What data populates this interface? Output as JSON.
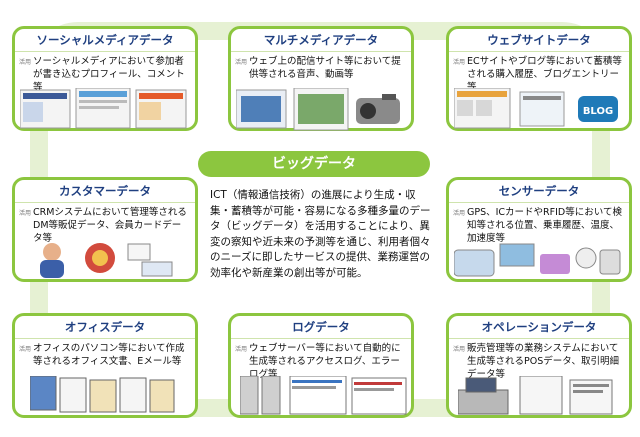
{
  "center": {
    "title": "ビッグデータ",
    "text": "ICT（情報通信技術）の進展により生成・収集・蓄積等が可能・容易になる多種多量のデータ（ビッグデータ）を活用することにより、異変の察知や近未来の予測等を通じ、利用者個々のニーズに即したサービスの提供、業務運営の効率化や新産業の創出等が可能。"
  },
  "cards": {
    "social": {
      "title": "ソーシャルメディアデータ",
      "tag": "活用",
      "desc": "ソーシャルメディアにおいて参加者が書き込むプロフィール、コメント等"
    },
    "multimedia": {
      "title": "マルチメディアデータ",
      "tag": "活用",
      "desc": "ウェブ上の配信サイト等において提供等される音声、動画等"
    },
    "website": {
      "title": "ウェブサイトデータ",
      "tag": "活用",
      "desc": "ECサイトやブログ等において蓄積等される購入履歴、ブログエントリー等"
    },
    "customer": {
      "title": "カスタマーデータ",
      "tag": "活用",
      "desc": "CRMシステムにおいて管理等されるDM等販促データ、会員カードデータ等"
    },
    "sensor": {
      "title": "センサーデータ",
      "tag": "活用",
      "desc": "GPS、ICカードやRFID等において検知等される位置、乗車履歴、温度、加速度等"
    },
    "office": {
      "title": "オフィスデータ",
      "tag": "活用",
      "desc": "オフィスのパソコン等において作成等されるオフィス文書、Eメール等"
    },
    "log": {
      "title": "ログデータ",
      "tag": "活用",
      "desc": "ウェブサーバー等において自動的に生成等されるアクセスログ、エラーログ等"
    },
    "operation": {
      "title": "オペレーションデータ",
      "tag": "活用",
      "desc": "販売管理等の業務システムにおいて生成等されるPOSデータ、取引明細データ等"
    }
  },
  "labels": {
    "blog": "BLOG"
  },
  "colors": {
    "green": "#8cc63f",
    "ring": "#e6f1d3",
    "title_blue": "#1f3f80"
  }
}
